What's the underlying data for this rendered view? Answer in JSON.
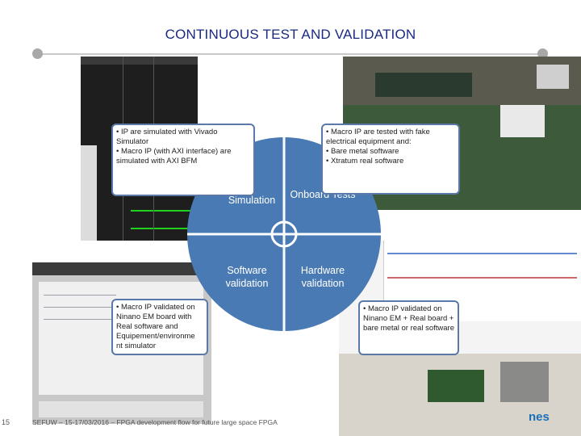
{
  "title": "CONTINUOUS TEST AND VALIDATION",
  "callouts": {
    "simulation": [
      "• IP are simulated with Vivado Simulator",
      "• Macro IP (with AXI interface) are simulated with AXI BFM"
    ],
    "onboard": [
      "• Macro IP are tested with fake electrical equipment and:",
      "• Bare metal software",
      "• Xtratum real software"
    ],
    "software": [
      "• Macro IP validated on Ninano EM board with Real software and Equipement/environme nt simulator"
    ],
    "hardware": [
      "• Macro IP validated on Ninano EM + Real board + bare metal or real software"
    ]
  },
  "cycle": {
    "q1": "Simulation",
    "q2": "Onboard Tests",
    "q3": "Software validation",
    "q4": "Hardware validation",
    "color": "#4a7ab3"
  },
  "footer": {
    "page": "15",
    "text": "SEFUW – 15-17/03/2016 – FPGA development flow for future large space FPGA",
    "logo": "nes"
  }
}
